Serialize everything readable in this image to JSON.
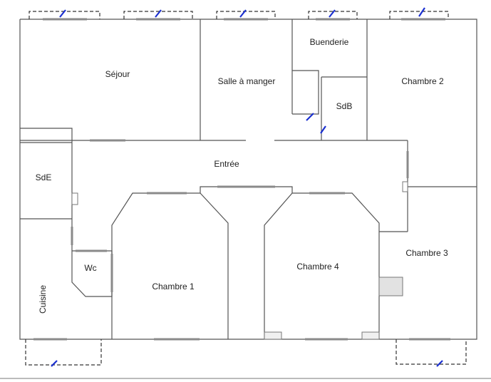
{
  "rooms": {
    "sejour": "Séjour",
    "salle_a_manger": "Salle à manger",
    "buanderie": "Buenderie",
    "sdb": "SdB",
    "chambre_2": "Chambre 2",
    "entree": "Entrée",
    "sde": "SdE",
    "wc": "Wc",
    "chambre_1": "Chambre 1",
    "chambre_4": "Chambre 4",
    "chambre_3": "Chambre 3",
    "cuisine": "Cuisine"
  },
  "colors": {
    "wall": "#555555",
    "window": "#8a8a8a",
    "pointer": "#1a2fd0",
    "fixture": "#e2e2e2"
  }
}
